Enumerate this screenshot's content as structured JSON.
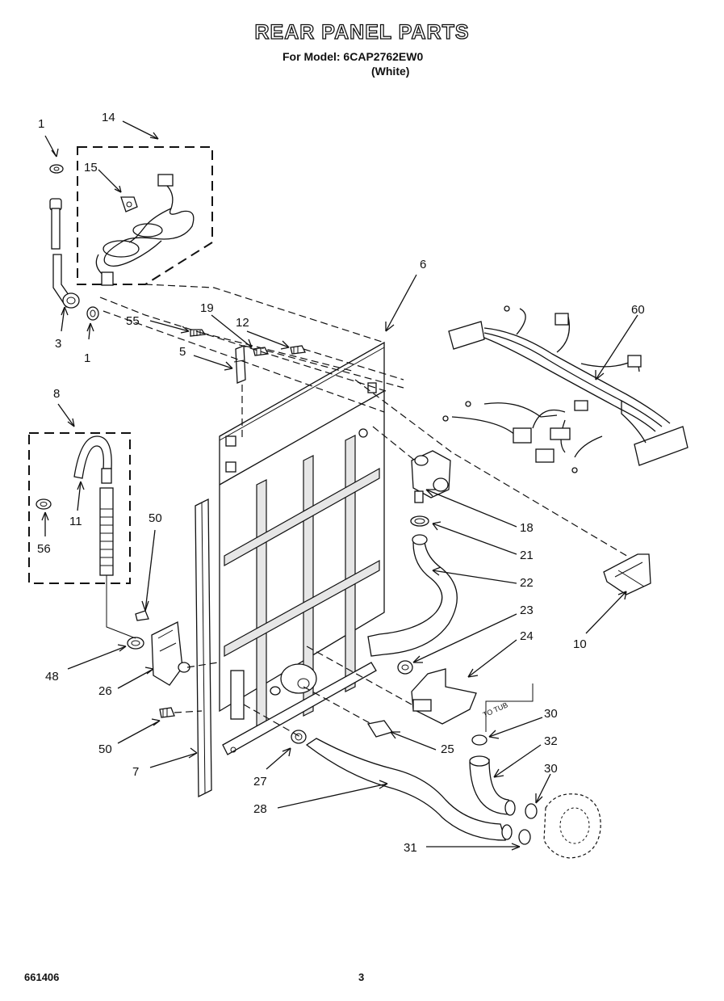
{
  "header": {
    "title": "REAR PANEL PARTS",
    "model_line": "For Model: 6CAP2762EW0",
    "color_line": "(White)"
  },
  "footer": {
    "doc_number": "661406",
    "page_number": "3"
  },
  "callouts": {
    "c1a": "1",
    "c1b": "1",
    "c3": "3",
    "c5": "5",
    "c6": "6",
    "c7": "7",
    "c8": "8",
    "c10": "10",
    "c11": "11",
    "c12": "12",
    "c14": "14",
    "c15": "15",
    "c18": "18",
    "c19": "19",
    "c21": "21",
    "c22": "22",
    "c23": "23",
    "c24": "24",
    "c25": "25",
    "c26": "26",
    "c27": "27",
    "c28": "28",
    "c30a": "30",
    "c30b": "30",
    "c31": "31",
    "c32": "32",
    "c48": "48",
    "c50a": "50",
    "c50b": "50",
    "c55": "55",
    "c56": "56",
    "c60": "60"
  },
  "annotations": {
    "to_tub": "TO TUB"
  }
}
